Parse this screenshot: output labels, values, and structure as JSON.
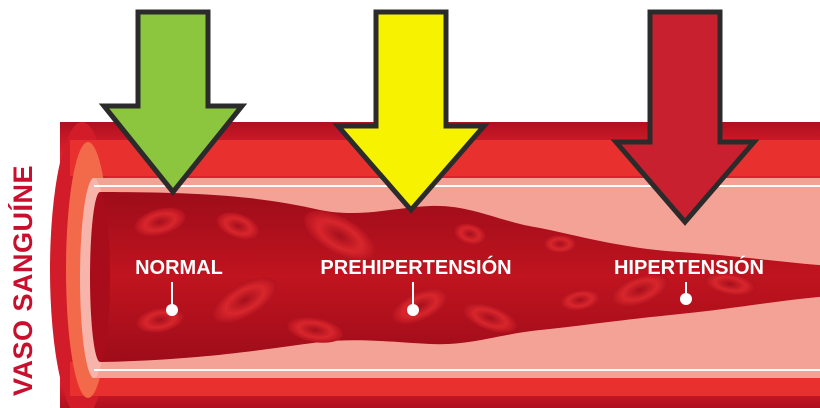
{
  "side_label": "VASO SANGUÍNE",
  "stages": [
    {
      "label": "NORMAL",
      "arrow_color": "#8cc63f"
    },
    {
      "label": "PREHIPERTENSIÓN",
      "arrow_color": "#f7f200"
    },
    {
      "label": "HIPERTENSIÓN",
      "arrow_color": "#c8202f"
    }
  ],
  "colors": {
    "vessel_outer": "#cf1a2a",
    "vessel_outer_light": "#f04b3a",
    "vessel_inner_wall": "#f7a49a",
    "lumen": "#b0101f",
    "blood_cell": "#d42a2e",
    "outline": "#2b2b2b",
    "label_red": "#c8102e"
  }
}
